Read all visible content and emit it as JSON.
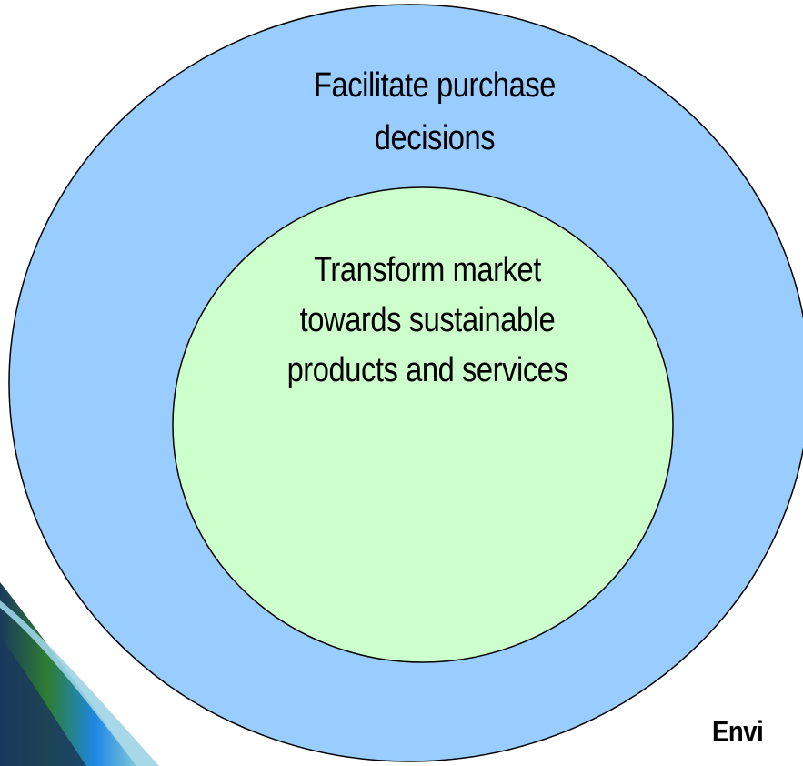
{
  "diagram": {
    "outer_circle": {
      "label": "Facilitate purchase decisions",
      "fill": "#99ccff"
    },
    "inner_circle": {
      "label": "Transform market towards sustainable products and services",
      "fill": "#ccffcc"
    },
    "outline_color": "#000000"
  },
  "corner_text": "Envi",
  "background_swoosh_colors": [
    "#2e7d32",
    "#1e88e5",
    "#7fc6d8",
    "#1a3a5c"
  ]
}
